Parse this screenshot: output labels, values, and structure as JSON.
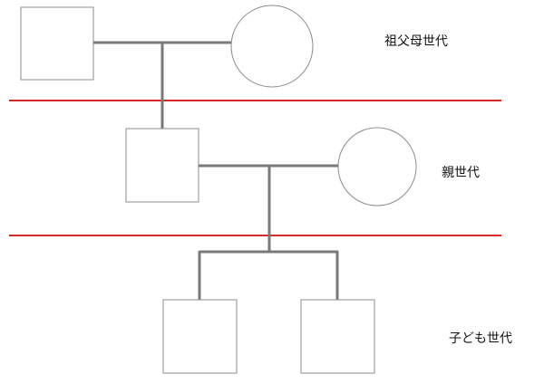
{
  "generations": {
    "grandparents": {
      "label": "祖父母世代"
    },
    "parents": {
      "label": "親世代"
    },
    "children": {
      "label": "子ども世代"
    }
  },
  "colors": {
    "symbol_stroke": "#8c8c8c",
    "connector": "#7a7a7a",
    "divider": "#d42a2a",
    "text": "#111111"
  },
  "members": [
    {
      "generation": "grandparents",
      "symbol": "square",
      "meaning": "male"
    },
    {
      "generation": "grandparents",
      "symbol": "circle",
      "meaning": "female"
    },
    {
      "generation": "parents",
      "symbol": "square",
      "meaning": "male"
    },
    {
      "generation": "parents",
      "symbol": "circle",
      "meaning": "female"
    },
    {
      "generation": "children",
      "symbol": "square",
      "meaning": "male"
    },
    {
      "generation": "children",
      "symbol": "square",
      "meaning": "male"
    }
  ]
}
